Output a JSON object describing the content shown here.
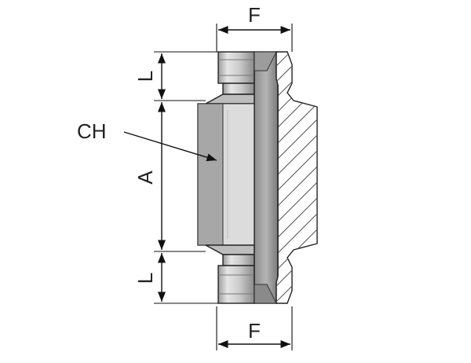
{
  "labels": {
    "f_top": "F",
    "f_bottom": "F",
    "l_top": "L",
    "l_bottom": "L",
    "a": "A",
    "ch": "CH"
  },
  "colors": {
    "line": "#111111",
    "metal_light": "#d8d8d8",
    "metal_mid": "#b5b5b5",
    "metal_dark": "#8c8c8c",
    "hatch": "#555555"
  }
}
